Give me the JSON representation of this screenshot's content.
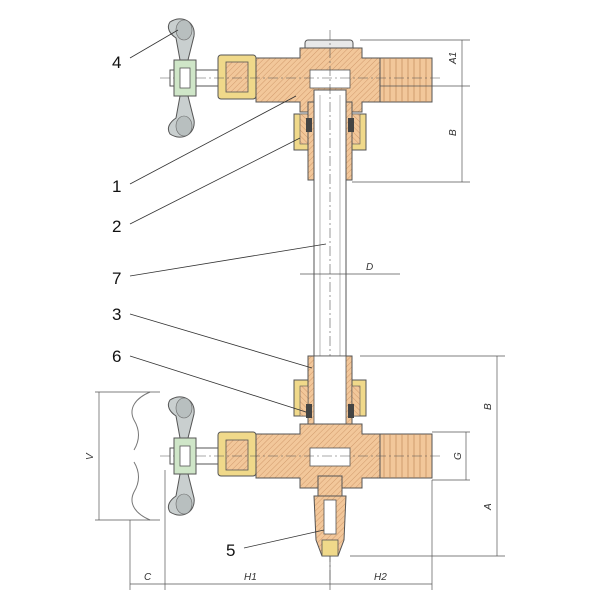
{
  "callouts": {
    "c1": "1",
    "c2": "2",
    "c3": "3",
    "c4": "4",
    "c5": "5",
    "c6": "6",
    "c7": "7"
  },
  "dimensions": {
    "a1": "A1",
    "b_upper": "B",
    "d": "D",
    "b_lower": "B",
    "g": "G",
    "a": "A",
    "v": "V",
    "c": "C",
    "h1": "H1",
    "h2": "H2"
  },
  "colors": {
    "brass": "#f2c79a",
    "brass_dark": "#d9a374",
    "yellow_nut": "#f0d98a",
    "grey_handle": "#c9cfcf",
    "green_hub": "#cfe6c8",
    "glass": "#ffffff",
    "outline": "#444444"
  }
}
